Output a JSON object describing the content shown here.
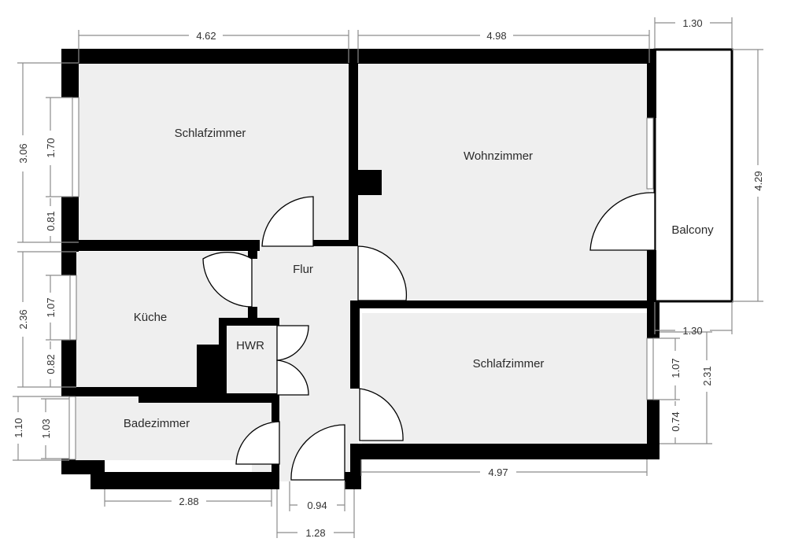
{
  "rooms": {
    "schlafzimmer_1": "Schlafzimmer",
    "wohnzimmer": "Wohnzimmer",
    "balcony": "Balcony",
    "flur": "Flur",
    "kueche": "Küche",
    "hwr": "HWR",
    "schlafzimmer_2": "Schlafzimmer",
    "badezimmer": "Badezimmer"
  },
  "dimensions": {
    "top_left_width": "4.62",
    "top_mid_width": "4.98",
    "balcony_top_width": "1.30",
    "balcony_bottom_width": "1.30",
    "left_bedroom_height": "3.06",
    "left_window_height": "1.70",
    "left_wall_below_window": "0.81",
    "kitchen_height": "2.36",
    "kitchen_window": "1.07",
    "kitchen_wall_below": "0.82",
    "bath_height_outer": "1.10",
    "bath_height_inner": "1.03",
    "bath_width": "2.88",
    "door_inner_width": "0.94",
    "door_outer_width": "1.28",
    "right_bedroom_width": "4.97",
    "balcony_height": "4.29",
    "right_bedroom_height": "2.31",
    "right_window": "1.07",
    "right_wall_below": "0.74"
  },
  "colors": {
    "wall": "#000000",
    "floor": "#efefef",
    "dimension": "#8c8c8c"
  }
}
